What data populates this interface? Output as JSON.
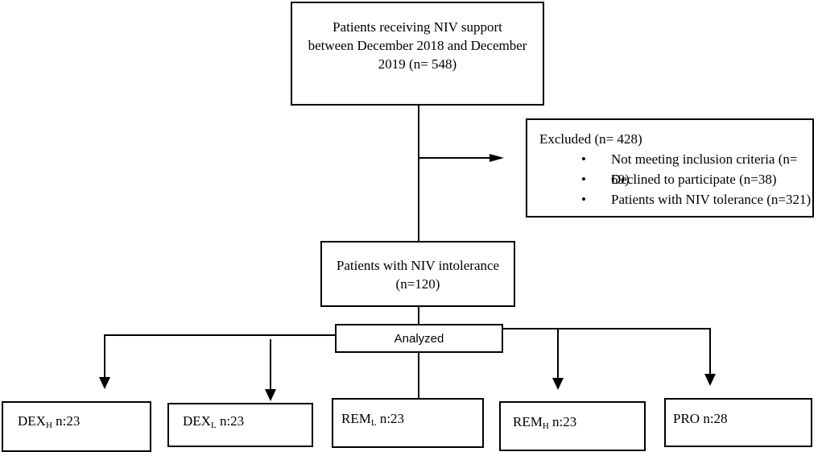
{
  "start": {
    "lines": [
      "Patients receiving NIV support",
      "between December 2018 and December",
      "2019 (n= 548)"
    ]
  },
  "excluded": {
    "title": "Excluded (n= 428)",
    "bullet": "•",
    "items": [
      "Not meeting inclusion criteria (n= 69)",
      "Declined to participate (n=38)",
      "Patients with NIV tolerance (n=321)"
    ]
  },
  "intolerance": {
    "lines": [
      "Patients with NIV intolerance",
      "(n=120)"
    ]
  },
  "analyzed": {
    "label": "Analyzed"
  },
  "groups": [
    {
      "base": "DEX",
      "sub": "H",
      "count": "n:23"
    },
    {
      "base": "DEX",
      "sub": "L",
      "count": "n:23"
    },
    {
      "base": "REM",
      "sub": "L",
      "count": "n:23"
    },
    {
      "base": "REM",
      "sub": "H",
      "count": "n:23"
    },
    {
      "base": "PRO",
      "sub": "",
      "count": "n:28"
    }
  ]
}
